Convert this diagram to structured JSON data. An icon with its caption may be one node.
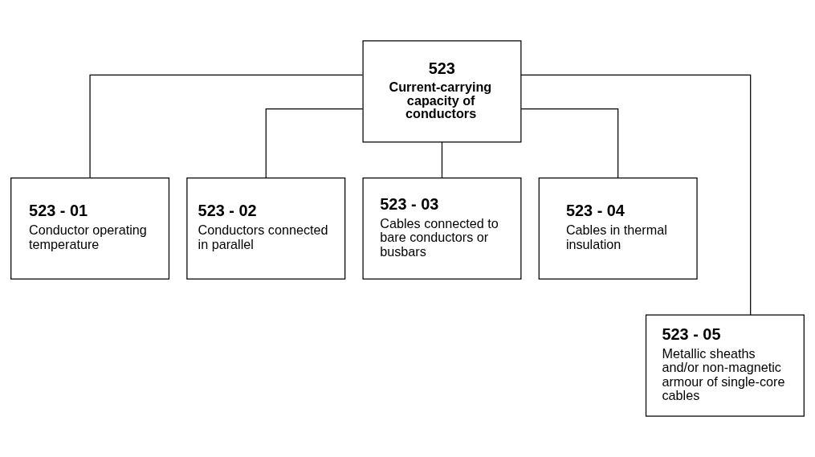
{
  "diagram": {
    "nodes": [
      {
        "text": [
          "523",
          "Current-carrying capacity of conductors"
        ]
      },
      {
        "text": [
          "523 - 01",
          "Conductor operating temperature"
        ]
      },
      {
        "text": [
          "523 - 02",
          "Conductors connected in parallel"
        ]
      },
      {
        "text": [
          "523 - 03",
          "Cables connected to bare conductors or busbars"
        ]
      },
      {
        "text": [
          "523 - 04",
          "Cables in thermal insulation"
        ]
      },
      {
        "text": [
          "523 - 05",
          "Metallic sheaths and/or non-magnetic armour of single-core cables"
        ]
      }
    ],
    "edges": [
      {
        "from": 0,
        "to": 1,
        "arrow": "none"
      },
      {
        "from": 0,
        "to": 2,
        "arrow": "none"
      },
      {
        "from": 0,
        "to": 3,
        "arrow": "none"
      },
      {
        "from": 0,
        "to": 4,
        "arrow": "none"
      },
      {
        "from": 0,
        "to": 5,
        "arrow": "none"
      }
    ]
  }
}
